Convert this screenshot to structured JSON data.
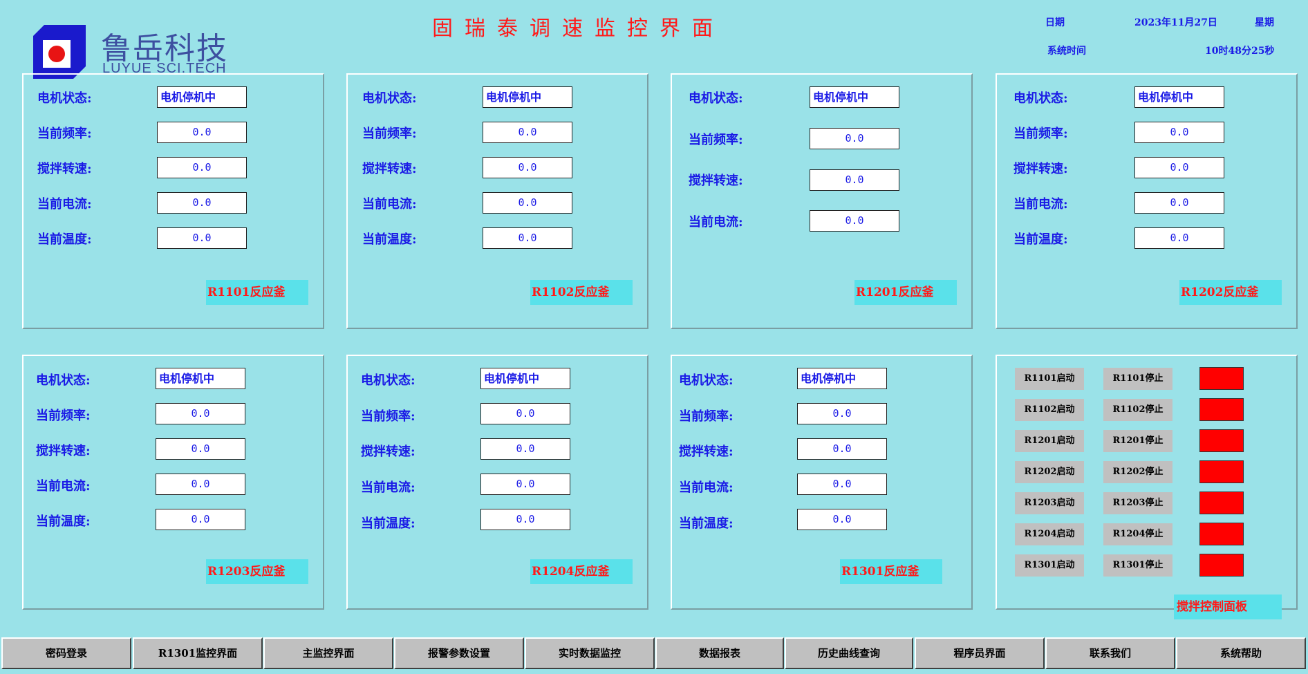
{
  "header": {
    "logo_cn": "鲁岳科技",
    "logo_en": "LUYUE SCI.TECH",
    "title": "固瑞泰调速监控界面",
    "date_label": "日期",
    "date_value": "2023年11月27日",
    "weekday_label": "星期",
    "time_label": "系统时间",
    "time_value": "10时48分25秒"
  },
  "colors": {
    "background": "#9ae2e8",
    "label_blue": "#1a1ae6",
    "title_red": "#ff1a1a",
    "reactor_tag_bg": "#5ae1ea",
    "indicator_red": "#ff0000",
    "button_gray": "#c0c0c0"
  },
  "labels": {
    "motor_status": "电机状态:",
    "frequency": "当前频率:",
    "stir_speed": "搅拌转速:",
    "current": "当前电流:",
    "temperature": "当前温度:"
  },
  "reactors": [
    {
      "name": "R1101反应釜",
      "status": "电机停机中",
      "frequency": "0.0",
      "stir_speed": "0.0",
      "current": "0.0",
      "temperature": "0.0"
    },
    {
      "name": "R1102反应釜",
      "status": "电机停机中",
      "frequency": "0.0",
      "stir_speed": "0.0",
      "current": "0.0",
      "temperature": "0.0"
    },
    {
      "name": "R1201反应釜",
      "status": "电机停机中",
      "frequency": "0.0",
      "stir_speed": "0.0",
      "current": "0.0"
    },
    {
      "name": "R1202反应釜",
      "status": "电机停机中",
      "frequency": "0.0",
      "stir_speed": "0.0",
      "current": "0.0",
      "temperature": "0.0"
    },
    {
      "name": "R1203反应釜",
      "status": "电机停机中",
      "frequency": "0.0",
      "stir_speed": "0.0",
      "current": "0.0",
      "temperature": "0.0"
    },
    {
      "name": "R1204反应釜",
      "status": "电机停机中",
      "frequency": "0.0",
      "stir_speed": "0.0",
      "current": "0.0",
      "temperature": "0.0"
    },
    {
      "name": "R1301反应釜",
      "status": "电机停机中",
      "frequency": "0.0",
      "stir_speed": "0.0",
      "current": "0.0",
      "temperature": "0.0"
    }
  ],
  "control_panel": {
    "title": "搅拌控制面板",
    "rows": [
      {
        "start": "R1101启动",
        "stop": "R1101停止",
        "indicator": "stopped"
      },
      {
        "start": "R1102启动",
        "stop": "R1102停止",
        "indicator": "stopped"
      },
      {
        "start": "R1201启动",
        "stop": "R1201停止",
        "indicator": "stopped"
      },
      {
        "start": "R1202启动",
        "stop": "R1202停止",
        "indicator": "stopped"
      },
      {
        "start": "R1203启动",
        "stop": "R1203停止",
        "indicator": "stopped"
      },
      {
        "start": "R1204启动",
        "stop": "R1204停止",
        "indicator": "stopped"
      },
      {
        "start": "R1301启动",
        "stop": "R1301停止",
        "indicator": "stopped"
      }
    ]
  },
  "nav": [
    "密码登录",
    "R1301监控界面",
    "主监控界面",
    "报警参数设置",
    "实时数据监控",
    "数据报表",
    "历史曲线查询",
    "程序员界面",
    "联系我们",
    "系统帮助"
  ]
}
